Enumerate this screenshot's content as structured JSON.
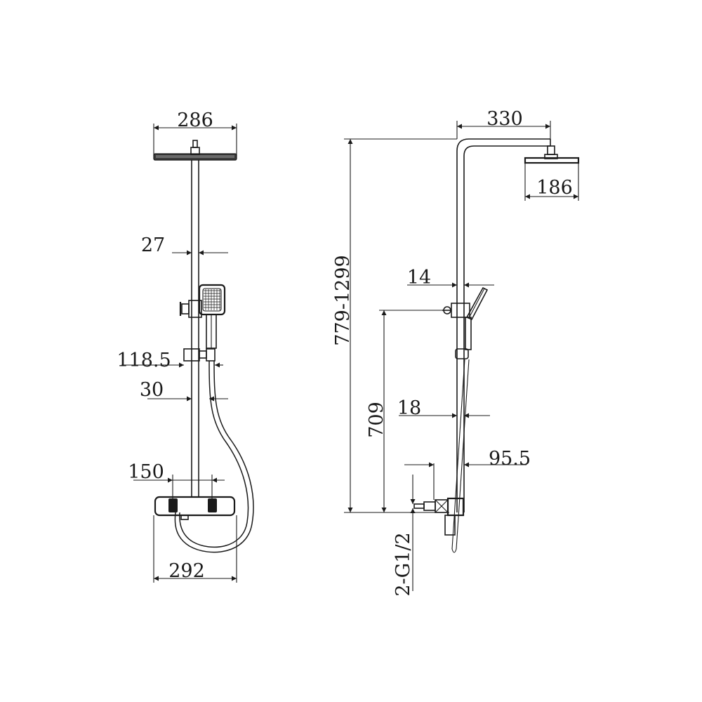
{
  "front_view": {
    "dimensions": {
      "showerhead_width": "286",
      "pipe_diameter": "27",
      "holder_offset": "118.5",
      "lower_pipe_diameter": "30",
      "inlet_spacing": "150",
      "mixer_width": "292"
    }
  },
  "side_view": {
    "dimensions": {
      "arm_reach": "330",
      "head_diameter": "186",
      "total_height": "779-1299",
      "upper_pipe_diameter": "14",
      "slide_bar_height": "709",
      "rail_diameter": "18",
      "wall_offset": "95.5",
      "connection_thread": "2-G1/2"
    }
  }
}
